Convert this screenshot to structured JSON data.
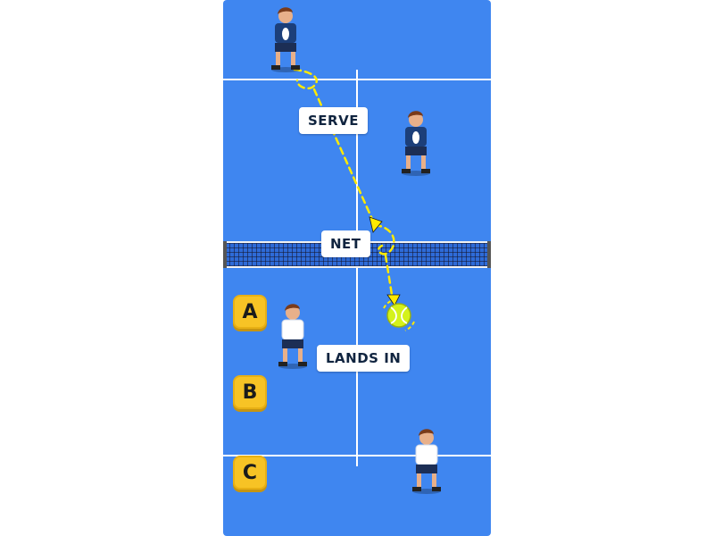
{
  "labels": {
    "serve": "SERVE",
    "net": "NET",
    "lands_in": "LANDS IN"
  },
  "choices": [
    {
      "label": "A"
    },
    {
      "label": "B"
    },
    {
      "label": "C"
    }
  ],
  "colors": {
    "court": "#3f86f0",
    "court_lines": "#ffffff",
    "trajectory": "#ffea00",
    "ball": "#d4f21b",
    "choice_badge": "#f7c325",
    "team_top_shirt": "#1c3f7a",
    "team_bottom_shirt": "#ffffff"
  },
  "players": [
    {
      "team": "top",
      "icon": "player-icon"
    },
    {
      "team": "top",
      "icon": "player-icon"
    },
    {
      "team": "bottom",
      "icon": "player-icon"
    },
    {
      "team": "bottom",
      "icon": "player-icon"
    }
  ],
  "ball": {
    "icon": "tennis-ball-icon"
  }
}
